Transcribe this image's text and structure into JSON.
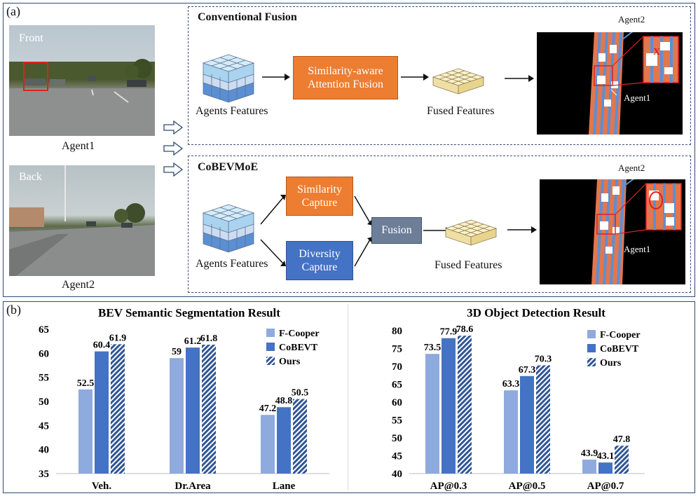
{
  "panel_a": {
    "label": "(a)",
    "agent1": {
      "view": "Front",
      "caption": "Agent1"
    },
    "agent2": {
      "view": "Back",
      "caption": "Agent2"
    },
    "conventional": {
      "title": "Conventional Fusion",
      "agents_features": "Agents Features",
      "fusion_box_line1": "Similarity-aware",
      "fusion_box_line2": "Attention Fusion",
      "fused_features": "Fused Features",
      "map_agent2": "Agent2",
      "map_agent1": "Agent1",
      "error_mark": "X"
    },
    "cobevmoe": {
      "title": "CoBEVMoE",
      "agents_features": "Agents Features",
      "similarity_line1": "Similarity",
      "similarity_line2": "Capture",
      "diversity_line1": "Diversity",
      "diversity_line2": "Capture",
      "fusion": "Fusion",
      "fused_features": "Fused Features",
      "map_agent2": "Agent2",
      "map_agent1": "Agent1"
    },
    "colors": {
      "orange": "#ed7d31",
      "blue": "#4472c4",
      "grey": "#6d7e98",
      "cube_blue": "#a9d3ee",
      "cube_yellow": "#fdf1c8"
    }
  },
  "panel_b": {
    "label": "(b)"
  },
  "chart_data": [
    {
      "type": "bar",
      "title": "BEV Semantic Segmentation  Result",
      "categories": [
        "Veh.",
        "Dr.Area",
        "Lane"
      ],
      "series": [
        {
          "name": "F-Cooper",
          "values": [
            52.5,
            59,
            47.2
          ],
          "color": "#8faadc"
        },
        {
          "name": "CoBEVT",
          "values": [
            60.4,
            61.2,
            48.8
          ],
          "color": "#4472c4"
        },
        {
          "name": "Ours",
          "values": [
            61.9,
            61.8,
            50.5
          ],
          "color": "#2f5597",
          "pattern": "hatched"
        }
      ],
      "ylim": [
        35,
        65
      ],
      "yticks": [
        35,
        40,
        45,
        50,
        55,
        60,
        65
      ],
      "legend": "top-right",
      "grid": false
    },
    {
      "type": "bar",
      "title": "3D Object Detection  Result",
      "categories": [
        "AP@0.3",
        "AP@0.5",
        "AP@0.7"
      ],
      "series": [
        {
          "name": "F-Cooper",
          "values": [
            73.5,
            63.3,
            43.9
          ],
          "color": "#8faadc"
        },
        {
          "name": "CoBEVT",
          "values": [
            77.9,
            67.3,
            43.1
          ],
          "color": "#4472c4"
        },
        {
          "name": "Ours",
          "values": [
            78.6,
            70.3,
            47.8
          ],
          "color": "#2f5597",
          "pattern": "hatched"
        }
      ],
      "ylim": [
        40,
        80
      ],
      "yticks": [
        40,
        45,
        50,
        55,
        60,
        65,
        70,
        75,
        80
      ],
      "legend": "top-right",
      "grid": false
    }
  ]
}
